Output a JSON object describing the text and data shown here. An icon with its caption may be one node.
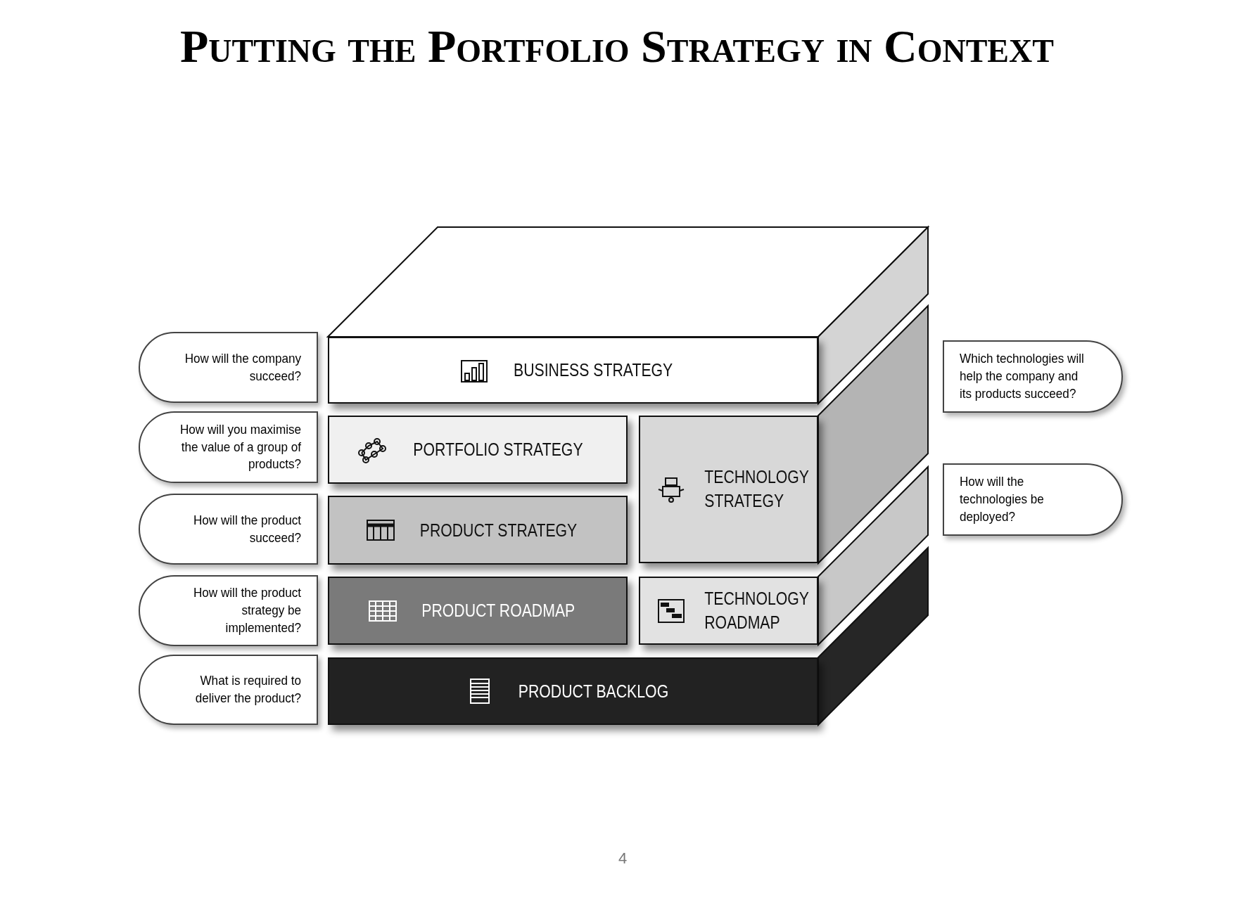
{
  "diagram": {
    "title": "Putting the Portfolio Strategy in Context",
    "nodes": [
      {
        "text": [
          "BUSINESS STRATEGY"
        ]
      },
      {
        "text": [
          "PORTFOLIO STRATEGY"
        ]
      },
      {
        "text": [
          "PRODUCT STRATEGY"
        ]
      },
      {
        "text": [
          "PRODUCT ROADMAP"
        ]
      },
      {
        "text": [
          "PRODUCT BACKLOG"
        ]
      },
      {
        "text": [
          "TECHNOLOGY STRATEGY"
        ]
      },
      {
        "text": [
          "TECHNOLOGY ROADMAP"
        ]
      },
      {
        "text": [
          "How will the company succeed?"
        ]
      },
      {
        "text": [
          "How will you maximise the value of a group of products?"
        ]
      },
      {
        "text": [
          "How will the product succeed?"
        ]
      },
      {
        "text": [
          "How will the product strategy be implemented?"
        ]
      },
      {
        "text": [
          "What is required to deliver the product?"
        ]
      },
      {
        "text": [
          "Which technologies will help the company and its products succeed?"
        ]
      },
      {
        "text": [
          "How will the technologies be deployed?"
        ]
      }
    ],
    "edges": [],
    "labels": [
      "4"
    ]
  }
}
